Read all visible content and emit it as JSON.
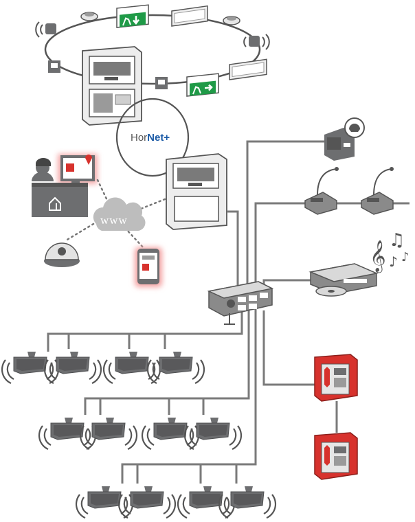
{
  "diagram": {
    "brand": {
      "prefix": "Hor",
      "highlight": "Net",
      "suffix": "+"
    },
    "cloud_label": "www",
    "colors": {
      "wire": "#7a7a7a",
      "device_gray": "#6d6e70",
      "device_light": "#d9d9d9",
      "alarm_red": "#d7322d",
      "brand_blue": "#1a5aa6",
      "glow_red": "#f4a3a3",
      "exit_green": "#1f9a47"
    },
    "icons": [
      "fire-panel-icon",
      "repeater-panel-icon",
      "loop-ring-icon",
      "exit-sign-icon",
      "smoke-detector-icon",
      "sounder-icon",
      "call-point-icon",
      "operator-icon",
      "cloud-icon",
      "camera-dome-icon",
      "smartphone-icon",
      "amplifier-icon",
      "telephone-box-icon",
      "microphone-icon",
      "music-notes-icon",
      "cd-player-icon",
      "fire-phone-cabinet-icon",
      "horn-speaker-icon"
    ],
    "speaker_rows": [
      4,
      4,
      4
    ]
  }
}
